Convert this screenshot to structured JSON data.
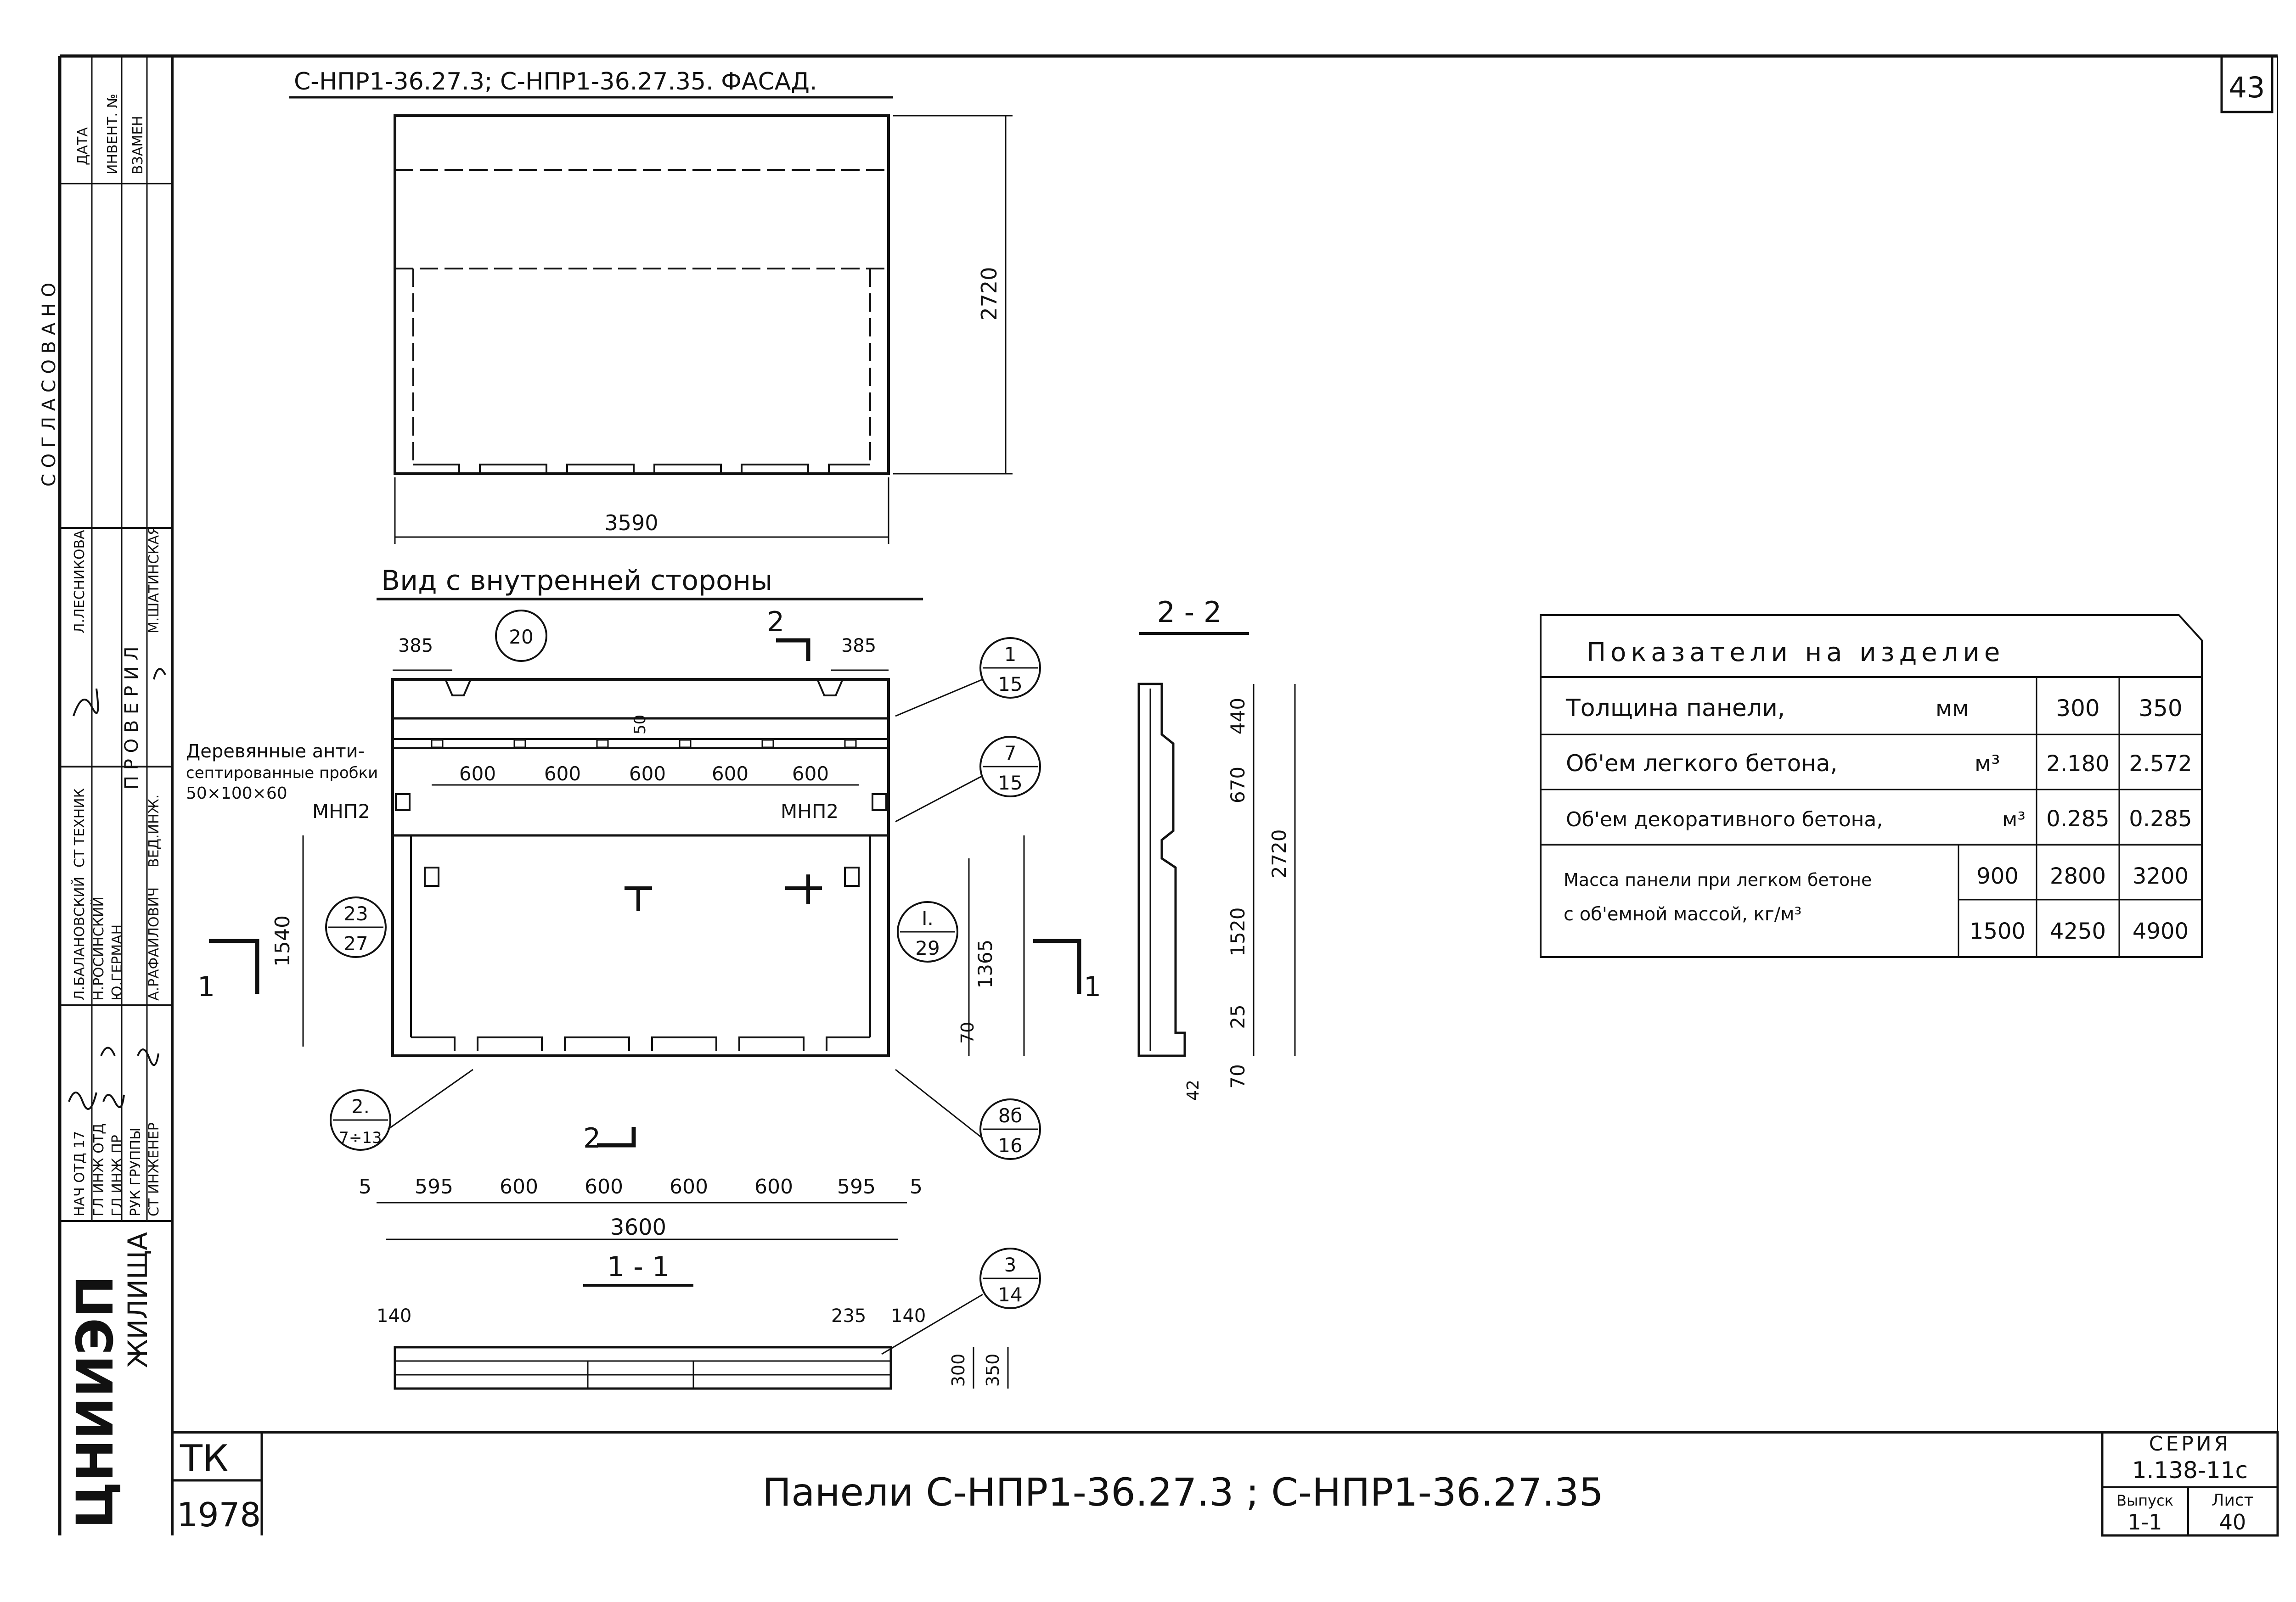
{
  "sheet": {
    "page_number": "43",
    "title_top": "С-НПР1-36.27.3; С-НПР1-36.27.35. ФАСАД.",
    "view_inner_title": "Вид с внутренней стороны",
    "section_2_2": "2 - 2",
    "section_1_1": "1 - 1",
    "main_title": "Панели   С-НПР1-36.27.3 ;  С-НПР1-36.27.35"
  },
  "facade": {
    "dim_width": "3590",
    "dim_height": "2720"
  },
  "inner_view": {
    "dims_top": [
      "385",
      "385"
    ],
    "dims_inner": [
      "600",
      "600",
      "600",
      "600",
      "600"
    ],
    "dim_50": "50",
    "dims_bottom": [
      "5",
      "595",
      "600",
      "600",
      "600",
      "600",
      "595",
      "5"
    ],
    "dim_total": "3600",
    "dim_left": "1540",
    "dims_right": [
      "1365",
      "70"
    ],
    "plug_note": [
      "Деревянные анти-",
      "септированные пробки",
      "50×100×60"
    ],
    "mnp_left": "МНП2",
    "mnp_right": "МНП2",
    "cut_label_2": "2",
    "cut_label_1": "1",
    "callouts": [
      {
        "top": "20",
        "bottom": ""
      },
      {
        "top": "1",
        "bottom": "15"
      },
      {
        "top": "7",
        "bottom": "15"
      },
      {
        "top": "23",
        "bottom": "27"
      },
      {
        "top": "I.",
        "bottom": "29"
      },
      {
        "top": "2.",
        "bottom": "7÷13"
      },
      {
        "top": "8б",
        "bottom": "16"
      },
      {
        "top": "3",
        "bottom": "14"
      }
    ]
  },
  "section22": {
    "dims": [
      "440",
      "670",
      "1520",
      "25",
      "70"
    ],
    "dim_total": "2720",
    "dim_42": "42"
  },
  "section11": {
    "dims": [
      "140",
      "235",
      "140",
      "300",
      "350"
    ]
  },
  "indicators_table": {
    "title": "Показатели на изделие",
    "rows": [
      {
        "label": "Толщина панели,",
        "unit": "мм",
        "v1": "300",
        "v2": "350"
      },
      {
        "label": "Об'ем легкого бетона,",
        "unit": "м³",
        "v1": "2.180",
        "v2": "2.572"
      },
      {
        "label": "Об'ем декоративного бетона,",
        "unit": "м³",
        "v1": "0.285",
        "v2": "0.285"
      }
    ],
    "mass_label": [
      "Масса панели при легком бетоне",
      "с об'емной массой, кг/м³"
    ],
    "mass_rows": [
      {
        "density": "900",
        "v1": "2800",
        "v2": "3200"
      },
      {
        "density": "1500",
        "v1": "4250",
        "v2": "4900"
      }
    ]
  },
  "left_strip": {
    "header": [
      "ДАТА",
      "ИНВЕНТ. №",
      "ВЗАМЕН"
    ],
    "agreed": "С О Г Л А С О В А Н О",
    "checked": "П Р О В Е Р И Л",
    "roles": [
      "НАЧ ОТД 17",
      "ГЛ ИНЖ ОТД",
      "ГЛ ИНЖ ПР",
      "РУК ГРУППЫ",
      "СТ ИНЖЕНЕР",
      "СТ ТЕХНИК",
      "ВЕД.ИНЖ."
    ],
    "names": [
      "Л.БАЛАНОВСКИЙ",
      "Н.РОСИНСКИЙ",
      "Ю.ГЕРМАН",
      "А.РАФАИЛОВИЧ",
      "Л.ЛЕСНИКОВА",
      "М.ШАТИНСКАЯ"
    ],
    "org": "ЦНИИЭП",
    "org_sub": "ЖИЛИЩА"
  },
  "stamp": {
    "tk": "ТК",
    "year": "1978",
    "series_label": "СЕРИЯ",
    "series": "1.138-11с",
    "issue_label": "Выпуск",
    "issue": "1-1",
    "sheet_label": "Лист",
    "sheet": "40"
  }
}
